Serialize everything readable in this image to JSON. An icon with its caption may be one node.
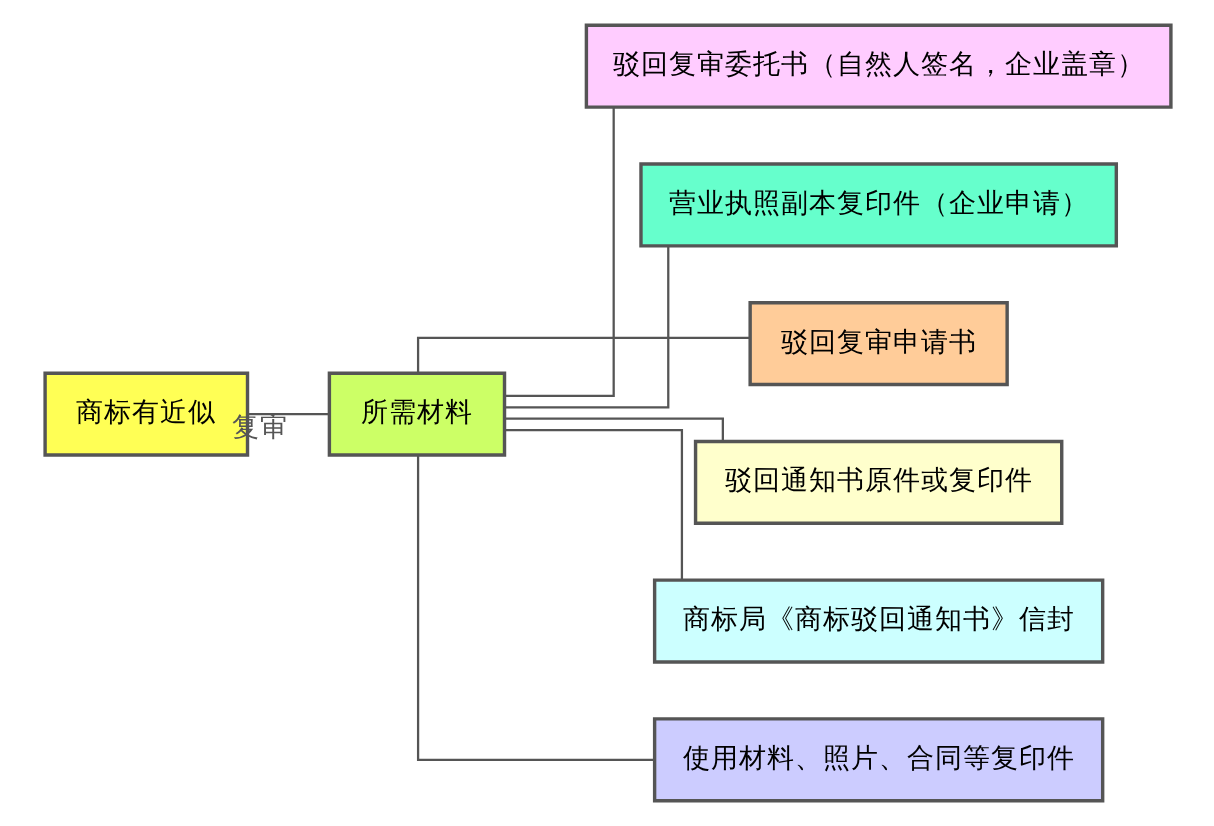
{
  "diagram": {
    "nodes": [
      {
        "text": [
          "商标有近似"
        ]
      },
      {
        "text": [
          "所需材料"
        ]
      },
      {
        "text": [
          "驳回复审委托书（自然人签名，企业盖章）"
        ]
      },
      {
        "text": [
          "营业执照副本复印件（企业申请）"
        ]
      },
      {
        "text": [
          "驳回复审申请书"
        ]
      },
      {
        "text": [
          "驳回通知书原件或复印件"
        ]
      },
      {
        "text": [
          "商标局《商标驳回通知书》信封"
        ]
      },
      {
        "text": [
          "使用材料、照片、合同等复印件"
        ]
      }
    ],
    "edges": [
      {
        "from": 0,
        "to": 1,
        "arrow": "none",
        "label": "复审"
      },
      {
        "from": 1,
        "to": 2,
        "arrow": "none"
      },
      {
        "from": 1,
        "to": 3,
        "arrow": "none"
      },
      {
        "from": 1,
        "to": 4,
        "arrow": "none"
      },
      {
        "from": 1,
        "to": 5,
        "arrow": "none"
      },
      {
        "from": 1,
        "to": 6,
        "arrow": "none"
      },
      {
        "from": 1,
        "to": 7,
        "arrow": "none"
      }
    ]
  }
}
